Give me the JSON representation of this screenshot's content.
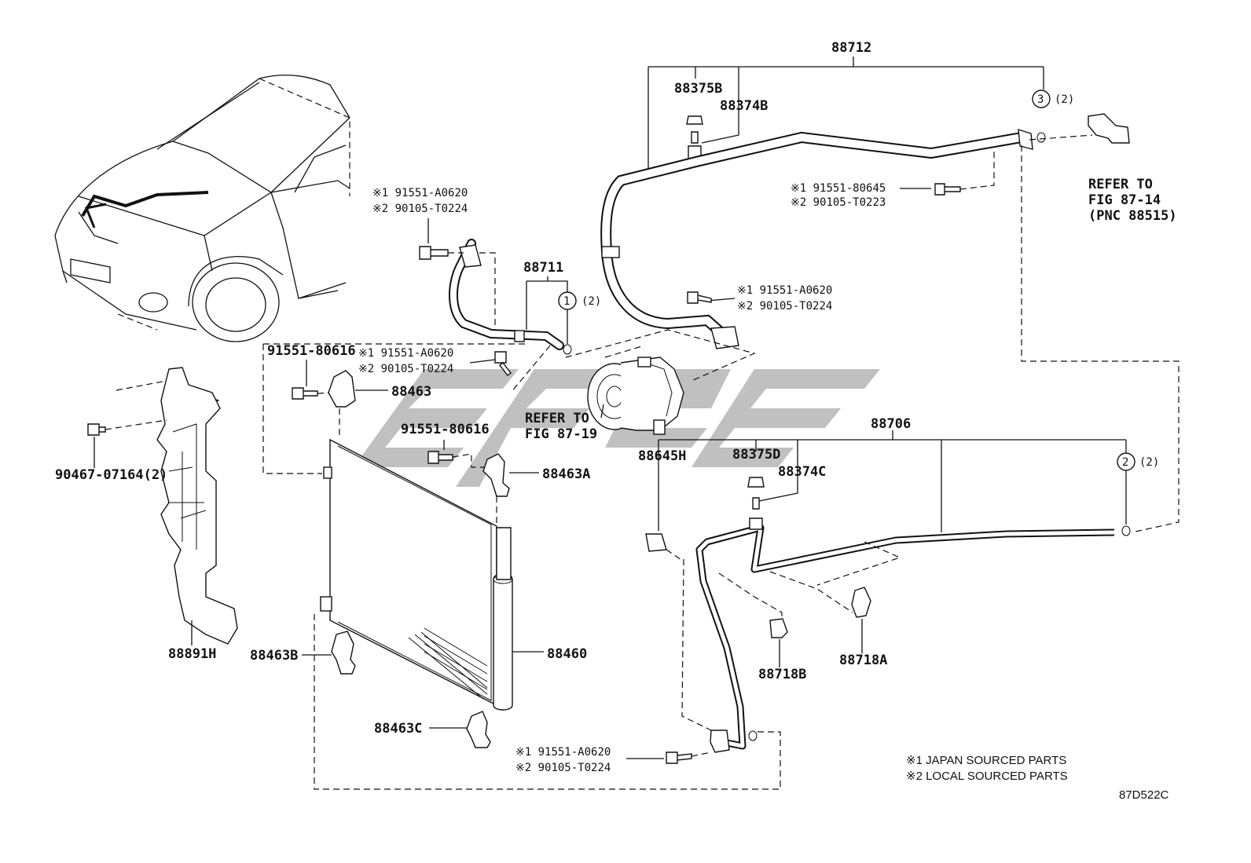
{
  "parts": {
    "p88712": "88712",
    "p88375B": "88375B",
    "p88374B": "88374B",
    "circle3": "3",
    "qty3": "(2)",
    "refer_top_1": "REFER TO",
    "refer_top_2": "FIG 87-14",
    "refer_top_3": "(PNC 88515)",
    "bolt_a1": "※1 91551-80645",
    "bolt_a2": "※2 90105-T0223",
    "bolt_b1": "※1 91551-A0620",
    "bolt_b2": "※2 90105-T0224",
    "bolt_c1": "※1 91551-A0620",
    "bolt_c2": "※2 90105-T0224",
    "bolt_d1": "※1 91551-A0620",
    "bolt_d2": "※2 90105-T0224",
    "bolt_e1": "※1 91551-A0620",
    "bolt_e2": "※2 90105-T0224",
    "p88711": "88711",
    "circle1": "1",
    "qty1": "(2)",
    "p91551_80616_a": "91551-80616",
    "p91551_80616_b": "91551-80616",
    "p88463": "88463",
    "p88463A": "88463A",
    "p88463B": "88463B",
    "p88463C": "88463C",
    "p88460": "88460",
    "p88891H": "88891H",
    "p90467": "90467-07164(2)",
    "refer_mid_1": "REFER TO",
    "refer_mid_2": "FIG 87-19",
    "p88706": "88706",
    "p88645H": "88645H",
    "p88375D": "88375D",
    "p88374C": "88374C",
    "circle2": "2",
    "qty2": "(2)",
    "p88718A": "88718A",
    "p88718B": "88718B"
  },
  "legend": {
    "line1": "※1 JAPAN SOURCED PARTS",
    "line2": "※2 LOCAL SOURCED PARTS"
  },
  "figure_code": "87D522C"
}
